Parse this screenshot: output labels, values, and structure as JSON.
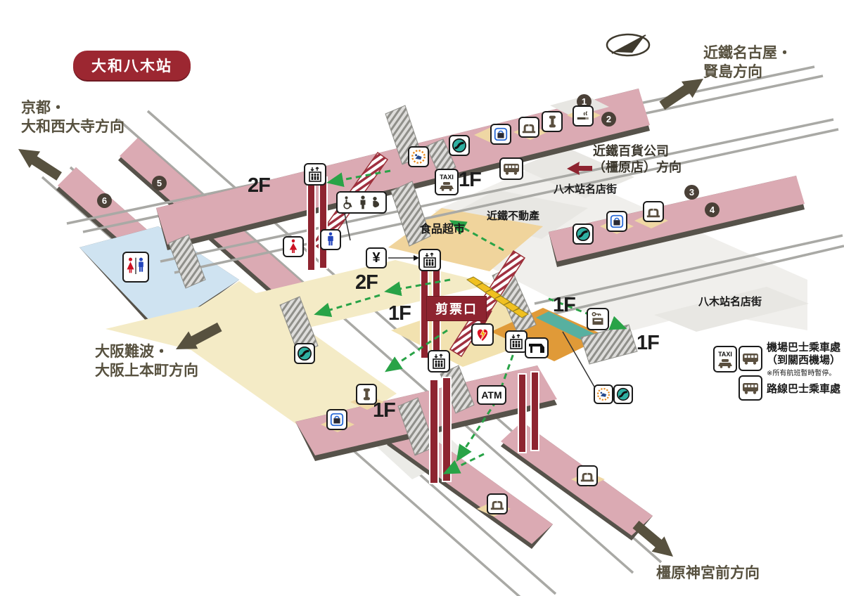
{
  "station": {
    "badge": "大和八木站"
  },
  "directions": {
    "kyoto": {
      "line1": "京都・",
      "line2": "大和西大寺方向"
    },
    "nagoya": {
      "line1": "近鐵名古屋・",
      "line2": "賢島方向"
    },
    "dept_store": {
      "line1": "近鐵百貨公司",
      "line2": "（橿原店）方向"
    },
    "osaka": {
      "line1": "大阪難波・",
      "line2": "大阪上本町方向"
    },
    "kashihara": {
      "label": "橿原神宮前方向"
    }
  },
  "areas": {
    "yagi_street_upper": "八木站名店街",
    "yagi_street_right": "八木站名店街",
    "food_market": "食品超市",
    "real_estate": "近鐵不動產",
    "ticket_gate": "剪票口"
  },
  "floors": [
    "2F",
    "1F",
    "2F",
    "1F",
    "1F",
    "1F",
    "1F"
  ],
  "platforms": [
    "1",
    "2",
    "3",
    "4",
    "5",
    "6"
  ],
  "legend": {
    "airport_bus_line1": "機場巴士乘車處",
    "airport_bus_line2": "（到關西機場）",
    "airport_bus_note": "※所有航班暫時暫停。",
    "route_bus": "路線巴士乘車處"
  },
  "icons": {
    "taxi": "TAXI",
    "atm": "ATM",
    "yen": "¥"
  },
  "colors": {
    "accent_red": "#8e2430",
    "platform_pink": "#dbaab3",
    "route_green": "#29a347",
    "arrow_olive": "#57513f",
    "concourse_cream": "#f4ebc6",
    "orange_area": "#e09a38",
    "teal_ramp": "#57b0a0",
    "blue_area": "#cfe3f1"
  }
}
